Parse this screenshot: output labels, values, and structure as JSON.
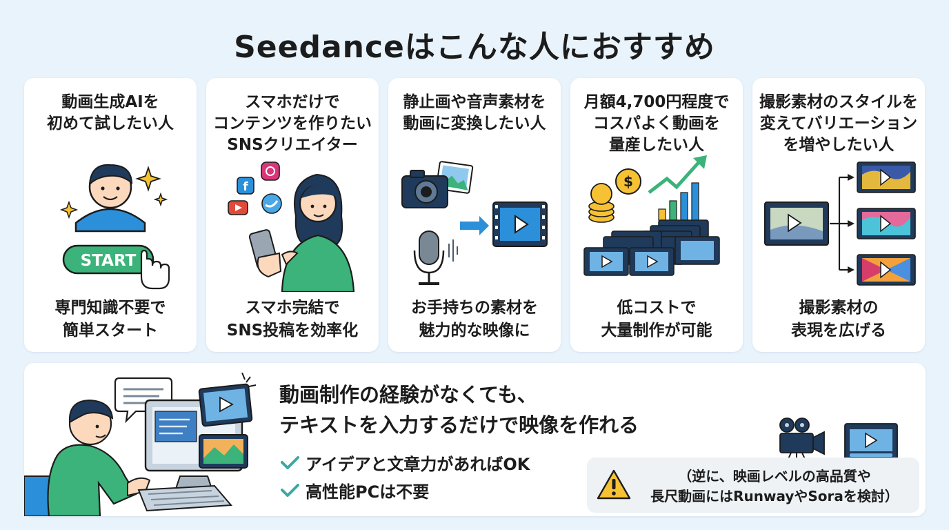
{
  "page": {
    "title": "Seedanceはこんな人におすすめ"
  },
  "cards": [
    {
      "heading": "動画生成AIを\n初めて試したい人",
      "button_label": "START",
      "caption": "専門知識不要で\n簡単スタート",
      "icons": [
        "person-icon",
        "sparkle-icon",
        "pointer-hand-icon"
      ]
    },
    {
      "heading": "スマホだけで\nコンテンツを作りたい\nSNSクリエイター",
      "caption": "スマホ完結で\nSNS投稿を効率化",
      "icons": [
        "instagram-icon",
        "facebook-icon",
        "twitter-icon",
        "youtube-icon",
        "smartphone-icon"
      ]
    },
    {
      "heading": "静止画や音声素材を\n動画に変換したい人",
      "caption": "お手持ちの素材を\n魅力的な映像に",
      "icons": [
        "camera-icon",
        "photo-icon",
        "microphone-icon",
        "arrow-right-icon",
        "video-frame-icon"
      ]
    },
    {
      "heading": "月額4,700円程度で\nコスパよく動画を\n量産したい人",
      "currency_symbol": "$",
      "caption": "低コストで\n大量制作が可能",
      "icons": [
        "coin-stack-icon",
        "growth-chart-icon",
        "video-stack-icon"
      ]
    },
    {
      "heading": "撮影素材のスタイルを\n変えてバリエーション\nを増やしたい人",
      "caption": "撮影素材の\n表現を広げる",
      "icons": [
        "filmstrip-icon",
        "branch-arrow-icon",
        "styled-video-icon"
      ]
    }
  ],
  "bottom": {
    "headline": "動画制作の経験がなくても、\nテキストを入力するだけで映像を作れる",
    "checks": [
      "アイデアと文章力があればOK",
      "高性能PCは不要"
    ],
    "note": "（逆に、映画レベルの高品質や\n長尺動画にはRunwayやSoraを検討）",
    "icons": [
      "person-at-computer-icon",
      "chat-bubble-icon",
      "film-camera-icon",
      "video-frame-icon",
      "warning-icon",
      "check-icon"
    ]
  },
  "colors": {
    "background": "#e9f3fb",
    "card": "#ffffff",
    "accent_green": "#3bb37a",
    "accent_blue": "#2c8fd9",
    "dark_navy": "#1f3a5a",
    "check_teal": "#3aa9a0",
    "warning_yellow": "#f6c234"
  }
}
